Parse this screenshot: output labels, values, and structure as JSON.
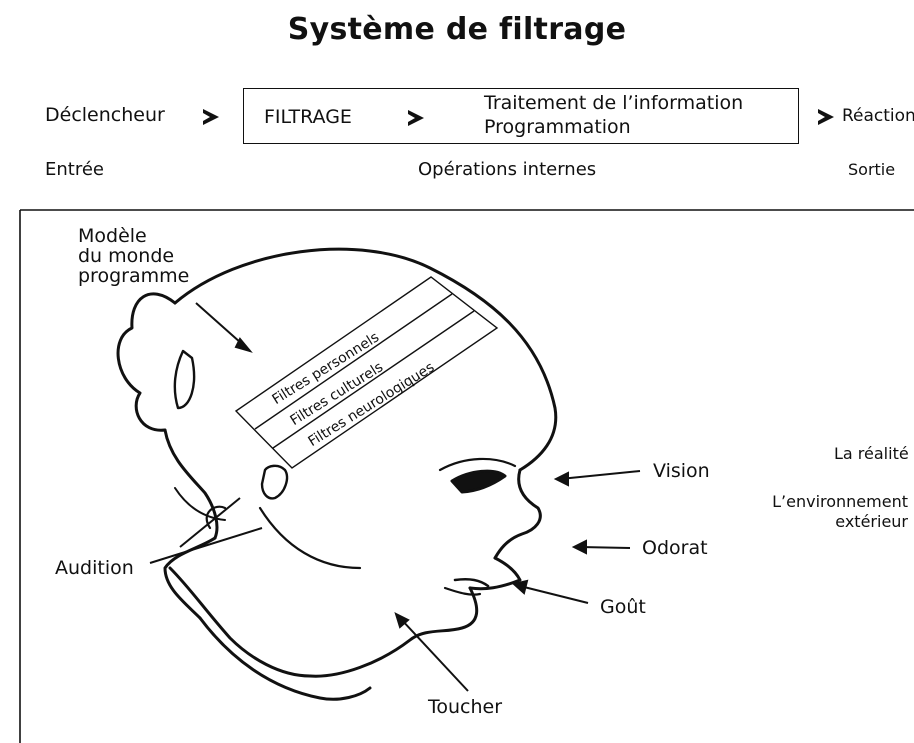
{
  "title": "Système de filtrage",
  "flow": {
    "trigger": "Déclencheur",
    "filtering": "FILTRAGE",
    "processing_1": "Traitement de l’information",
    "processing_2": "Programmation",
    "reaction": "Réaction",
    "input": "Entrée",
    "internal": "Opérations internes",
    "output": "Sortie"
  },
  "model": {
    "line1": "Modèle",
    "line2": "du monde",
    "line3": "programme"
  },
  "filters": [
    "Filtres personnels",
    "Filtres culturels",
    "Filtres neurologiques"
  ],
  "senses": {
    "vision": "Vision",
    "smell": "Odorat",
    "taste": "Goût",
    "hearing": "Audition",
    "touch": "Toucher"
  },
  "environment": {
    "reality": "La réalité",
    "env_line1": "L’environnement",
    "env_line2": "extérieur"
  }
}
